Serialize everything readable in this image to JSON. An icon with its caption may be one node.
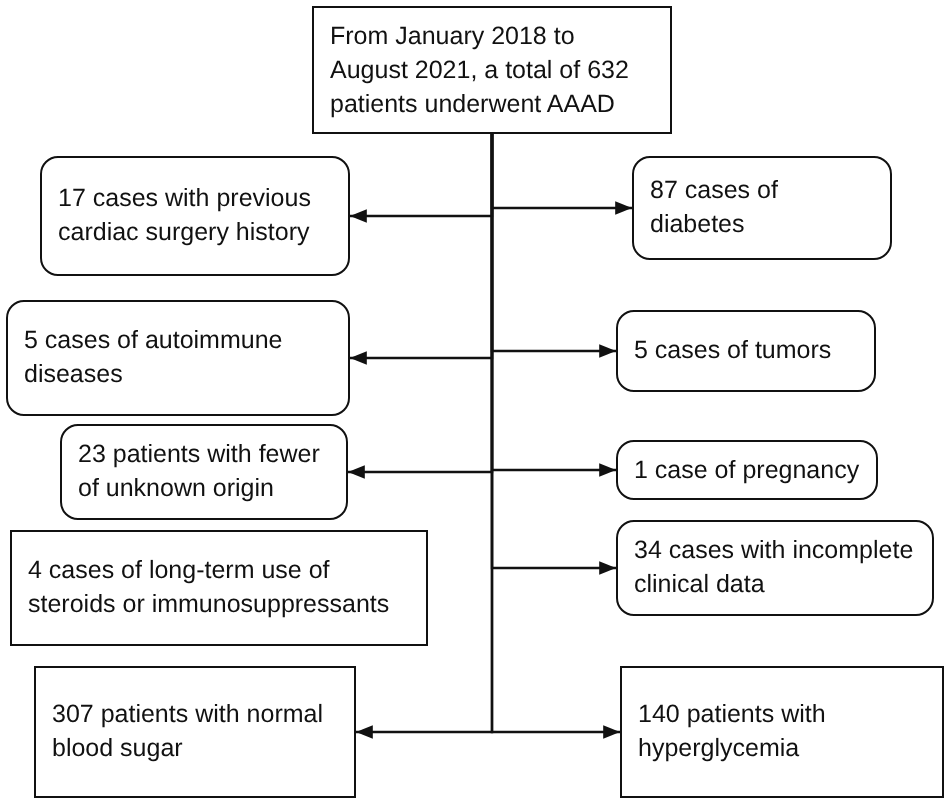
{
  "diagram": {
    "nodes": [
      {
        "text": [
          "From January 2018 to August 2021, a total of 632 patients underwent AAAD"
        ]
      },
      {
        "text": [
          "17 cases with previous cardiac surgery history"
        ]
      },
      {
        "text": [
          "87 cases of diabetes"
        ]
      },
      {
        "text": [
          "5 cases of autoimmune diseases"
        ]
      },
      {
        "text": [
          "5 cases of tumors"
        ]
      },
      {
        "text": [
          "23 patients with fewer of unknown origin"
        ]
      },
      {
        "text": [
          "1 case of pregnancy"
        ]
      },
      {
        "text": [
          "4 cases of long-term use of steroids or immunosuppressants"
        ]
      },
      {
        "text": [
          "34 cases with incomplete clinical data"
        ]
      },
      {
        "text": [
          "307 patients with normal blood sugar"
        ]
      },
      {
        "text": [
          "140 patients with hyperglycemia"
        ]
      }
    ],
    "edges": [
      {
        "from": 0,
        "to": 1,
        "arrow": "to"
      },
      {
        "from": 0,
        "to": 2,
        "arrow": "to"
      },
      {
        "from": 0,
        "to": 3,
        "arrow": "to"
      },
      {
        "from": 0,
        "to": 4,
        "arrow": "to"
      },
      {
        "from": 0,
        "to": 5,
        "arrow": "to"
      },
      {
        "from": 0,
        "to": 6,
        "arrow": "to"
      },
      {
        "from": 0,
        "to": 8,
        "arrow": "to"
      },
      {
        "from": 0,
        "to": 9,
        "arrow": "to"
      },
      {
        "from": 0,
        "to": 10,
        "arrow": "to"
      }
    ]
  }
}
